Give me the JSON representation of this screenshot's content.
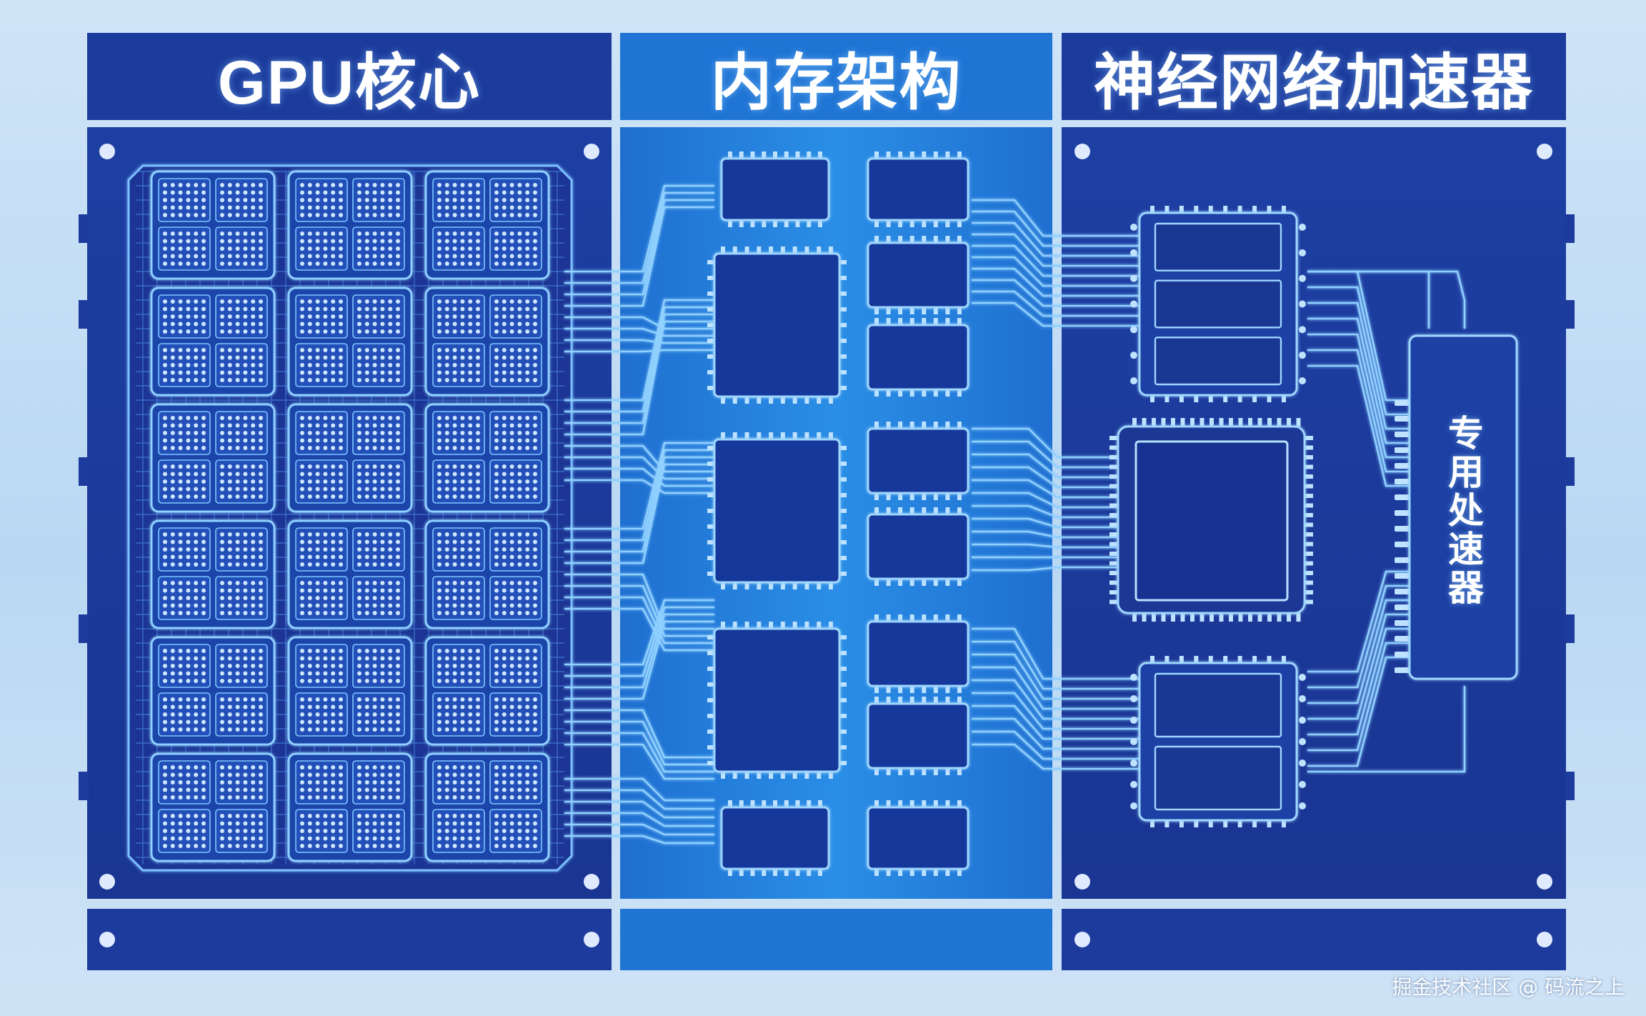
{
  "sections": {
    "gpu": {
      "title": "GPU核心"
    },
    "memory": {
      "title": "内存架构"
    },
    "npu": {
      "title": "神经网络加速器",
      "unit_label": "专用处速器"
    }
  },
  "watermark": "掘金技术社区 @ 码流之上",
  "colors": {
    "background": "#c6def5",
    "panel_dark": "#1c3b9c",
    "panel_mid": "#1f74d4",
    "trace_glow": "#8fd0ff",
    "chip_fill": "#17399a"
  }
}
